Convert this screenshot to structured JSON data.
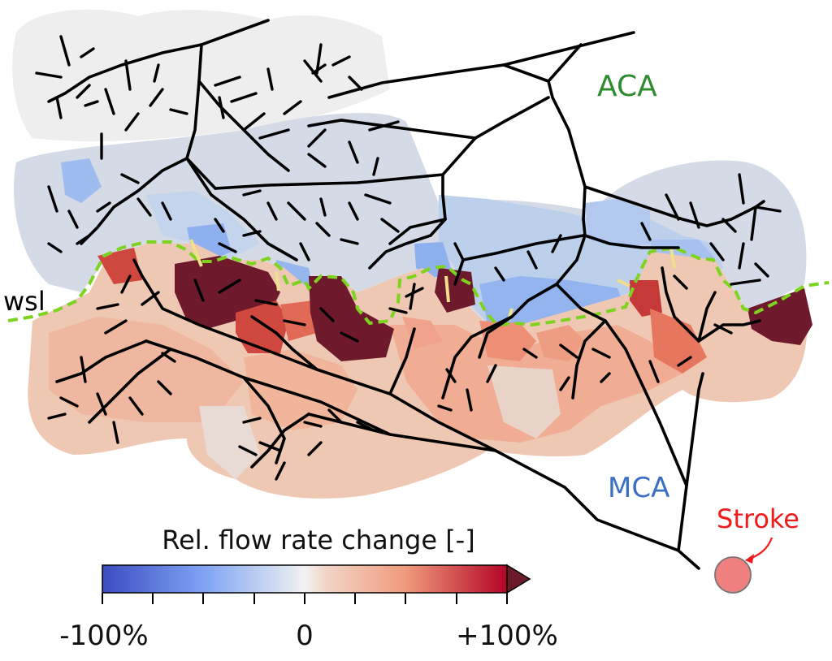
{
  "labels": {
    "aca": "ACA",
    "mca": "MCA",
    "wsl": "wsl",
    "stroke": "Stroke"
  },
  "colorbar": {
    "title": "Rel. flow rate change [-]",
    "tick_min": "-100%",
    "tick_mid": "0",
    "tick_max": "+100%",
    "extend": "max"
  },
  "colors": {
    "aca_label": "#2e8b2e",
    "mca_label": "#3b6fc4",
    "stroke_label": "#ee1c1c",
    "stroke_marker": "#f08080",
    "watershed_line": "#7ed321",
    "vessel": "#000000",
    "collateral": "#f0e08c",
    "negative": "#3b4cc0",
    "neutral": "#f2f2f2",
    "positive": "#b40426",
    "overflow": "#6b1a2a"
  }
}
